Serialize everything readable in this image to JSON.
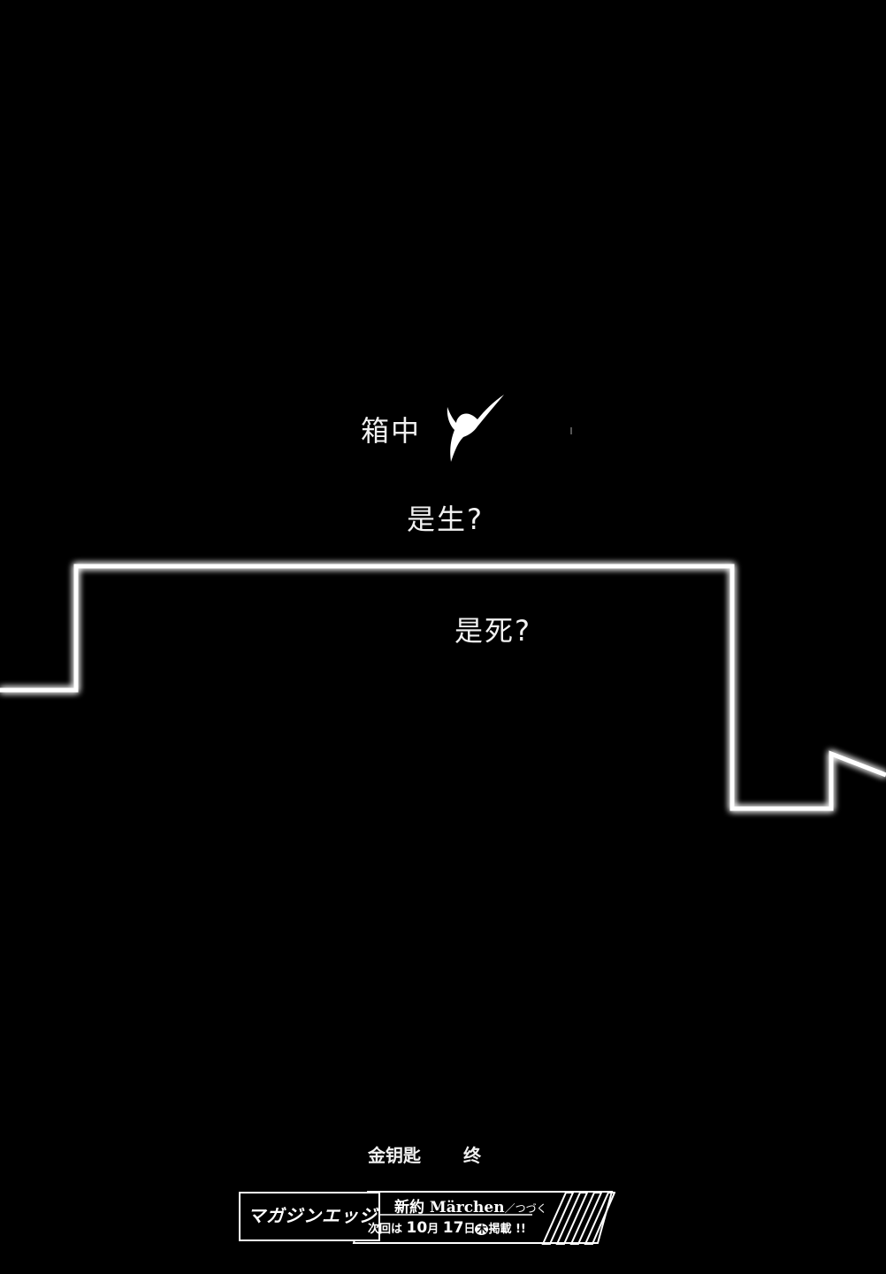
{
  "text": {
    "line1": "箱中",
    "line2": "是生?",
    "line3": "是死?"
  },
  "ending": {
    "title": "金钥匙",
    "end_mark": "终"
  },
  "banner": {
    "logo": "マガジンエッジ",
    "series": "新約 Märchen",
    "continue": "／つづく",
    "next_prefix": "次回は",
    "month": "10",
    "month_unit": "月",
    "day": "17",
    "day_unit": "日",
    "weekday": "木",
    "next_suffix": "掲載 !!"
  },
  "colors": {
    "background": "#000000",
    "glow": "#ffffff"
  },
  "icons": {
    "bird": "bird-silhouette-icon"
  }
}
